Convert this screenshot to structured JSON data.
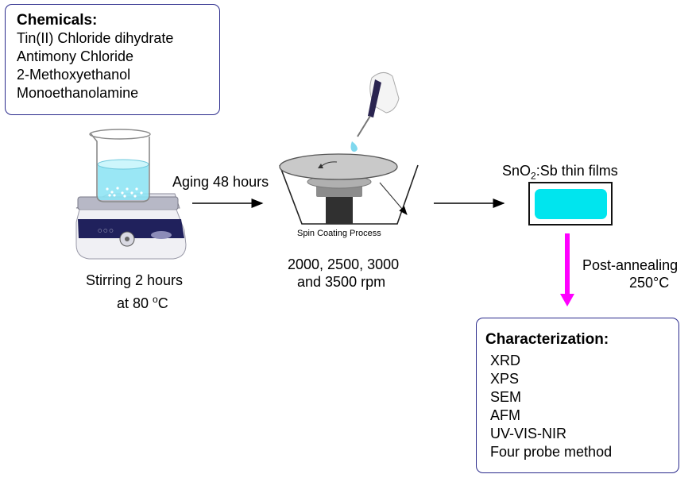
{
  "chemicals": {
    "title": "Chemicals:",
    "items": [
      "Tin(II) Chloride dihydrate",
      "Antimony Chloride",
      "2-Methoxyethanol",
      "Monoethanolamine"
    ]
  },
  "stirring": {
    "line1": "Stirring 2 hours",
    "line2_prefix": "at 80 ",
    "line2_sup": "o",
    "line2_suffix": "C"
  },
  "aging": {
    "label": "Aging 48 hours"
  },
  "spin": {
    "caption": "Spin Coating Process",
    "speeds_line1": "2000, 2500, 3000",
    "speeds_line2": "and 3500  rpm"
  },
  "films": {
    "prefix": "SnO",
    "sub": "2",
    "suffix": ":Sb thin films"
  },
  "annealing": {
    "line1": "Post-annealing",
    "line2": "250°C"
  },
  "characterization": {
    "title": "Characterization:",
    "items": [
      "XRD",
      "XPS",
      "SEM",
      "AFM",
      "UV-VIS-NIR",
      "Four probe method"
    ]
  },
  "colors": {
    "box_border": "#2a2a8c",
    "film": "#00e5ee",
    "anneal_arrow": "#ff00ff",
    "liquid": "#9fe9f6"
  }
}
